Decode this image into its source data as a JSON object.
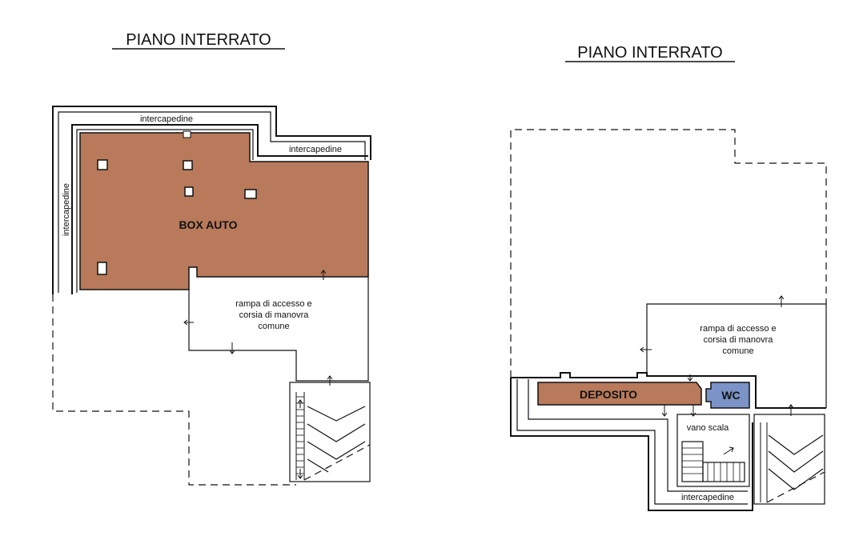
{
  "left_plan": {
    "title": "PIANO INTERRATO",
    "labels": {
      "intercapedine_top": "intercapedine",
      "intercapedine_right": "intercapedine",
      "intercapedine_left": "intercapedine",
      "box_auto": "BOX AUTO",
      "rampa_line1": "rampa di accesso e",
      "rampa_line2": "corsia di manovra",
      "rampa_line3": "comune"
    },
    "colors": {
      "room": "#b87a5b"
    }
  },
  "right_plan": {
    "title": "PIANO INTERRATO",
    "labels": {
      "rampa_line1": "rampa di accesso e",
      "rampa_line2": "corsia di manovra",
      "rampa_line3": "comune",
      "deposito": "DEPOSITO",
      "wc": "WC",
      "vano_scala": "vano scala",
      "intercapedine_bottom": "intercapedine"
    },
    "colors": {
      "deposito": "#b87a5b",
      "wc": "#7b93c6"
    }
  }
}
